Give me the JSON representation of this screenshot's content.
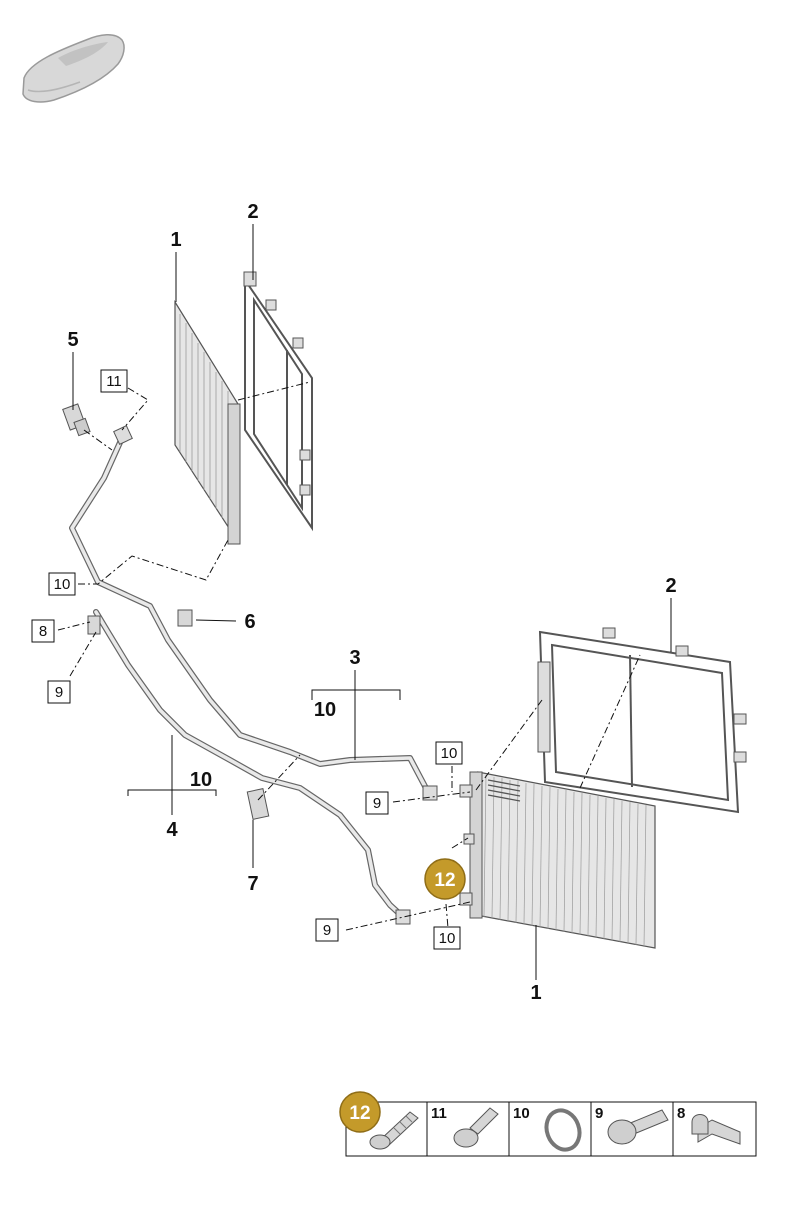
{
  "callouts": {
    "c1_top": "1",
    "c2_top": "2",
    "c5": "5",
    "c11": "11",
    "c10_a": "10",
    "c6": "6",
    "c8": "8",
    "c9_a": "9",
    "c3": "3",
    "c10_b": "10",
    "c2_right": "2",
    "c10_c": "10",
    "c9_b": "9",
    "c10_d": "10",
    "c4": "4",
    "c7": "7",
    "c12": "12",
    "c9_c": "9",
    "c10_e": "10",
    "c1_bottom": "1"
  },
  "legend": {
    "items": [
      {
        "number": "12",
        "icon": "screw-icon"
      },
      {
        "number": "11",
        "icon": "bolt-icon"
      },
      {
        "number": "10",
        "icon": "o-ring-icon"
      },
      {
        "number": "9",
        "icon": "bolt-icon"
      },
      {
        "number": "8",
        "icon": "clip-icon"
      }
    ]
  },
  "colors": {
    "badge": "#c49a2a",
    "part_fill": "#e6e6e6",
    "outline": "#555555"
  }
}
